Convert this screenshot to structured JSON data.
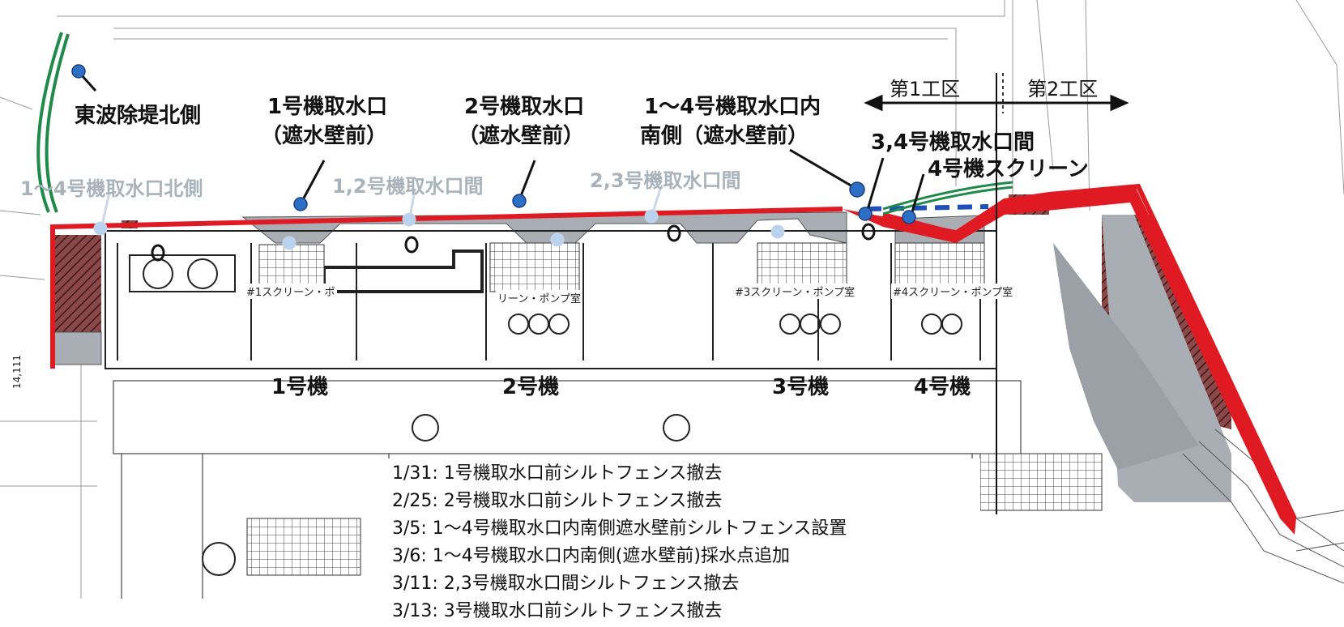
{
  "locations": {
    "east_breakwater_north": "東波除堤北側",
    "unit1_intake_front_l1": "1号機取水口",
    "unit1_intake_front_l2": "（遮水壁前）",
    "unit2_intake_front_l1": "2号機取水口",
    "unit2_intake_front_l2": "（遮水壁前）",
    "intake_inner_south_l1": "1～4号機取水口内",
    "intake_inner_south_l2": "南側（遮水壁前）",
    "intake_34_between": "3,4号機取水口間",
    "unit4_screen": "4号機スクリーン",
    "intake_north_side": "1～4号機取水口北側",
    "intake_12_between": "1,2号機取水口間",
    "intake_23_between": "2,3号機取水口間"
  },
  "zones": {
    "zone1": "第1工区",
    "zone2": "第2工区"
  },
  "units": [
    "1号機",
    "2号機",
    "3号機",
    "4号機"
  ],
  "rooms": {
    "room1": "#1スクリーン・ポ",
    "room2": "リーン・ポンプ室",
    "room3": "#3スクリーン・ポンプ室",
    "room4": "#4スクリーン・ポンプ室"
  },
  "side_text": "14,111",
  "notes": [
    "1/31: 1号機取水口前シルトフェンス撤去",
    "2/25: 2号機取水口前シルトフェンス撤去",
    "3/5: 1～4号機取水口内南側遮水壁前シルトフェンス設置",
    "3/6: 1～4号機取水口内南側(遮水壁前)採水点追加",
    "3/11: 2,3号機取水口間シルトフェンス撤去",
    "3/13: 3号機取水口前シルトフェンス撤去"
  ],
  "legend_colors": {
    "sampling_point": "#2d6fc6",
    "sampling_point_faded": "#b9d3ee",
    "impermeable_wall": "#e01a22",
    "silt_fence": "#1f8a4a",
    "landfill_area": "#a9aeb4",
    "hatched_structure": "#7a3c3c"
  }
}
